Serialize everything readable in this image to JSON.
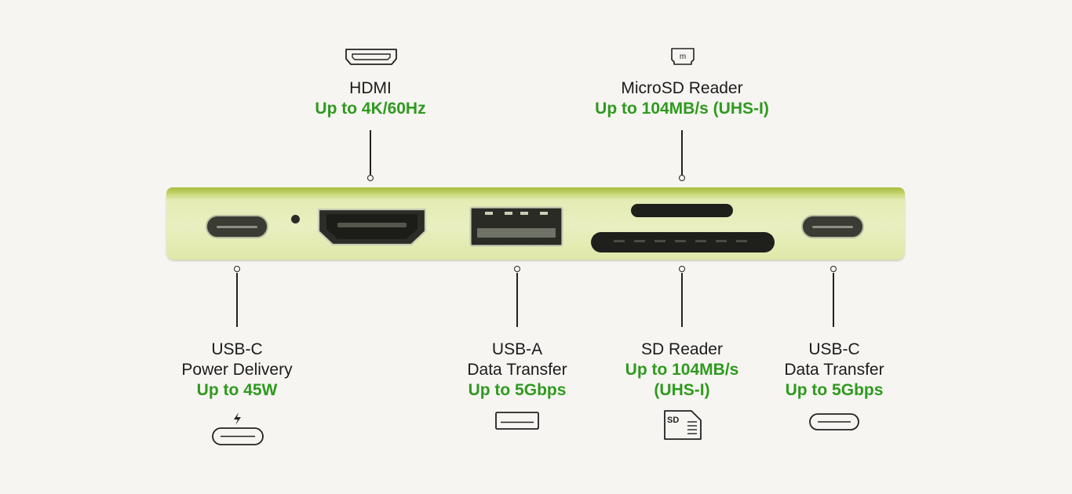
{
  "colors": {
    "background": "#f6f5f1",
    "spec_green": "#2f9a1f",
    "hub_body": "#e6edb8"
  },
  "ports": {
    "hdmi": {
      "title": "HDMI",
      "spec": "Up to 4K/60Hz",
      "icon": "hdmi-icon"
    },
    "microsd": {
      "title": "MicroSD Reader",
      "spec": "Up to 104MB/s (UHS-I)",
      "icon": "microsd-card-icon",
      "icon_letter": "m"
    },
    "usbc_pd": {
      "title1": "USB-C",
      "title2": "Power Delivery",
      "spec": "Up to 45W",
      "icon": "usb-c-power-icon"
    },
    "usba": {
      "title1": "USB-A",
      "title2": "Data Transfer",
      "spec": "Up to 5Gbps",
      "icon": "usb-a-icon"
    },
    "sd": {
      "title": "SD Reader",
      "spec1": "Up to 104MB/s",
      "spec2": "(UHS-I)",
      "icon": "sd-card-icon",
      "icon_letter": "SD"
    },
    "usbc_data": {
      "title1": "USB-C",
      "title2": "Data Transfer",
      "spec": "Up to 5Gbps",
      "icon": "usb-c-icon"
    }
  }
}
